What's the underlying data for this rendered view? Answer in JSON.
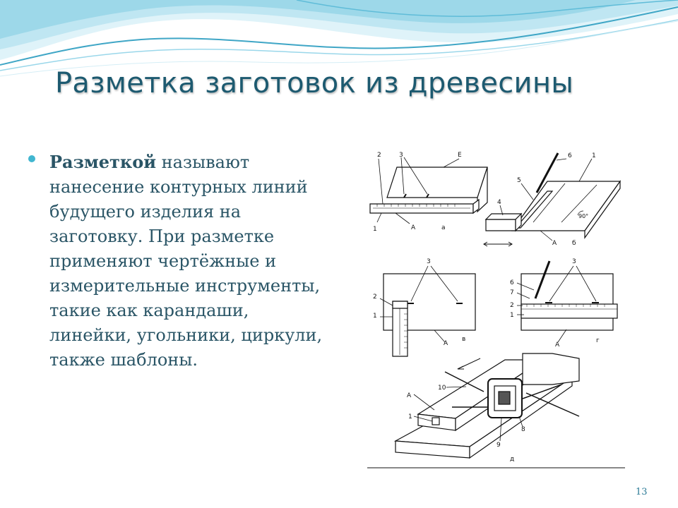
{
  "slide": {
    "title": "Разметка заготовок из древесины",
    "bullet": {
      "lead": "Разметкой",
      "rest": " называют нанесение контурных линий будущего изделия на заготовку. При разметке применяют чертёжные и измерительные инструменты, такие как карандаши, линейки, угольники, циркули, также шаблоны."
    },
    "page_number": "13",
    "colors": {
      "title": "#1d5a70",
      "text": "#2a5566",
      "bullet": "#41b6d0",
      "wave_light": "#bfe6f2",
      "wave_dark": "#3fa6c6"
    }
  },
  "figure": {
    "panel_a": {
      "letter": "а",
      "callouts": [
        "2",
        "3",
        "Е",
        "1",
        "А"
      ]
    },
    "panel_b": {
      "letter": "б",
      "callouts": [
        "6",
        "1",
        "5",
        "4",
        "А",
        "90°"
      ]
    },
    "panel_c": {
      "letter": "в",
      "callouts": [
        "3",
        "2",
        "1",
        "А"
      ]
    },
    "panel_d": {
      "letter": "г",
      "callouts": [
        "3",
        "6",
        "7",
        "2",
        "1",
        "А"
      ]
    },
    "panel_e": {
      "letter": "д",
      "callouts": [
        "10",
        "А",
        "1",
        "9",
        "8"
      ]
    }
  }
}
